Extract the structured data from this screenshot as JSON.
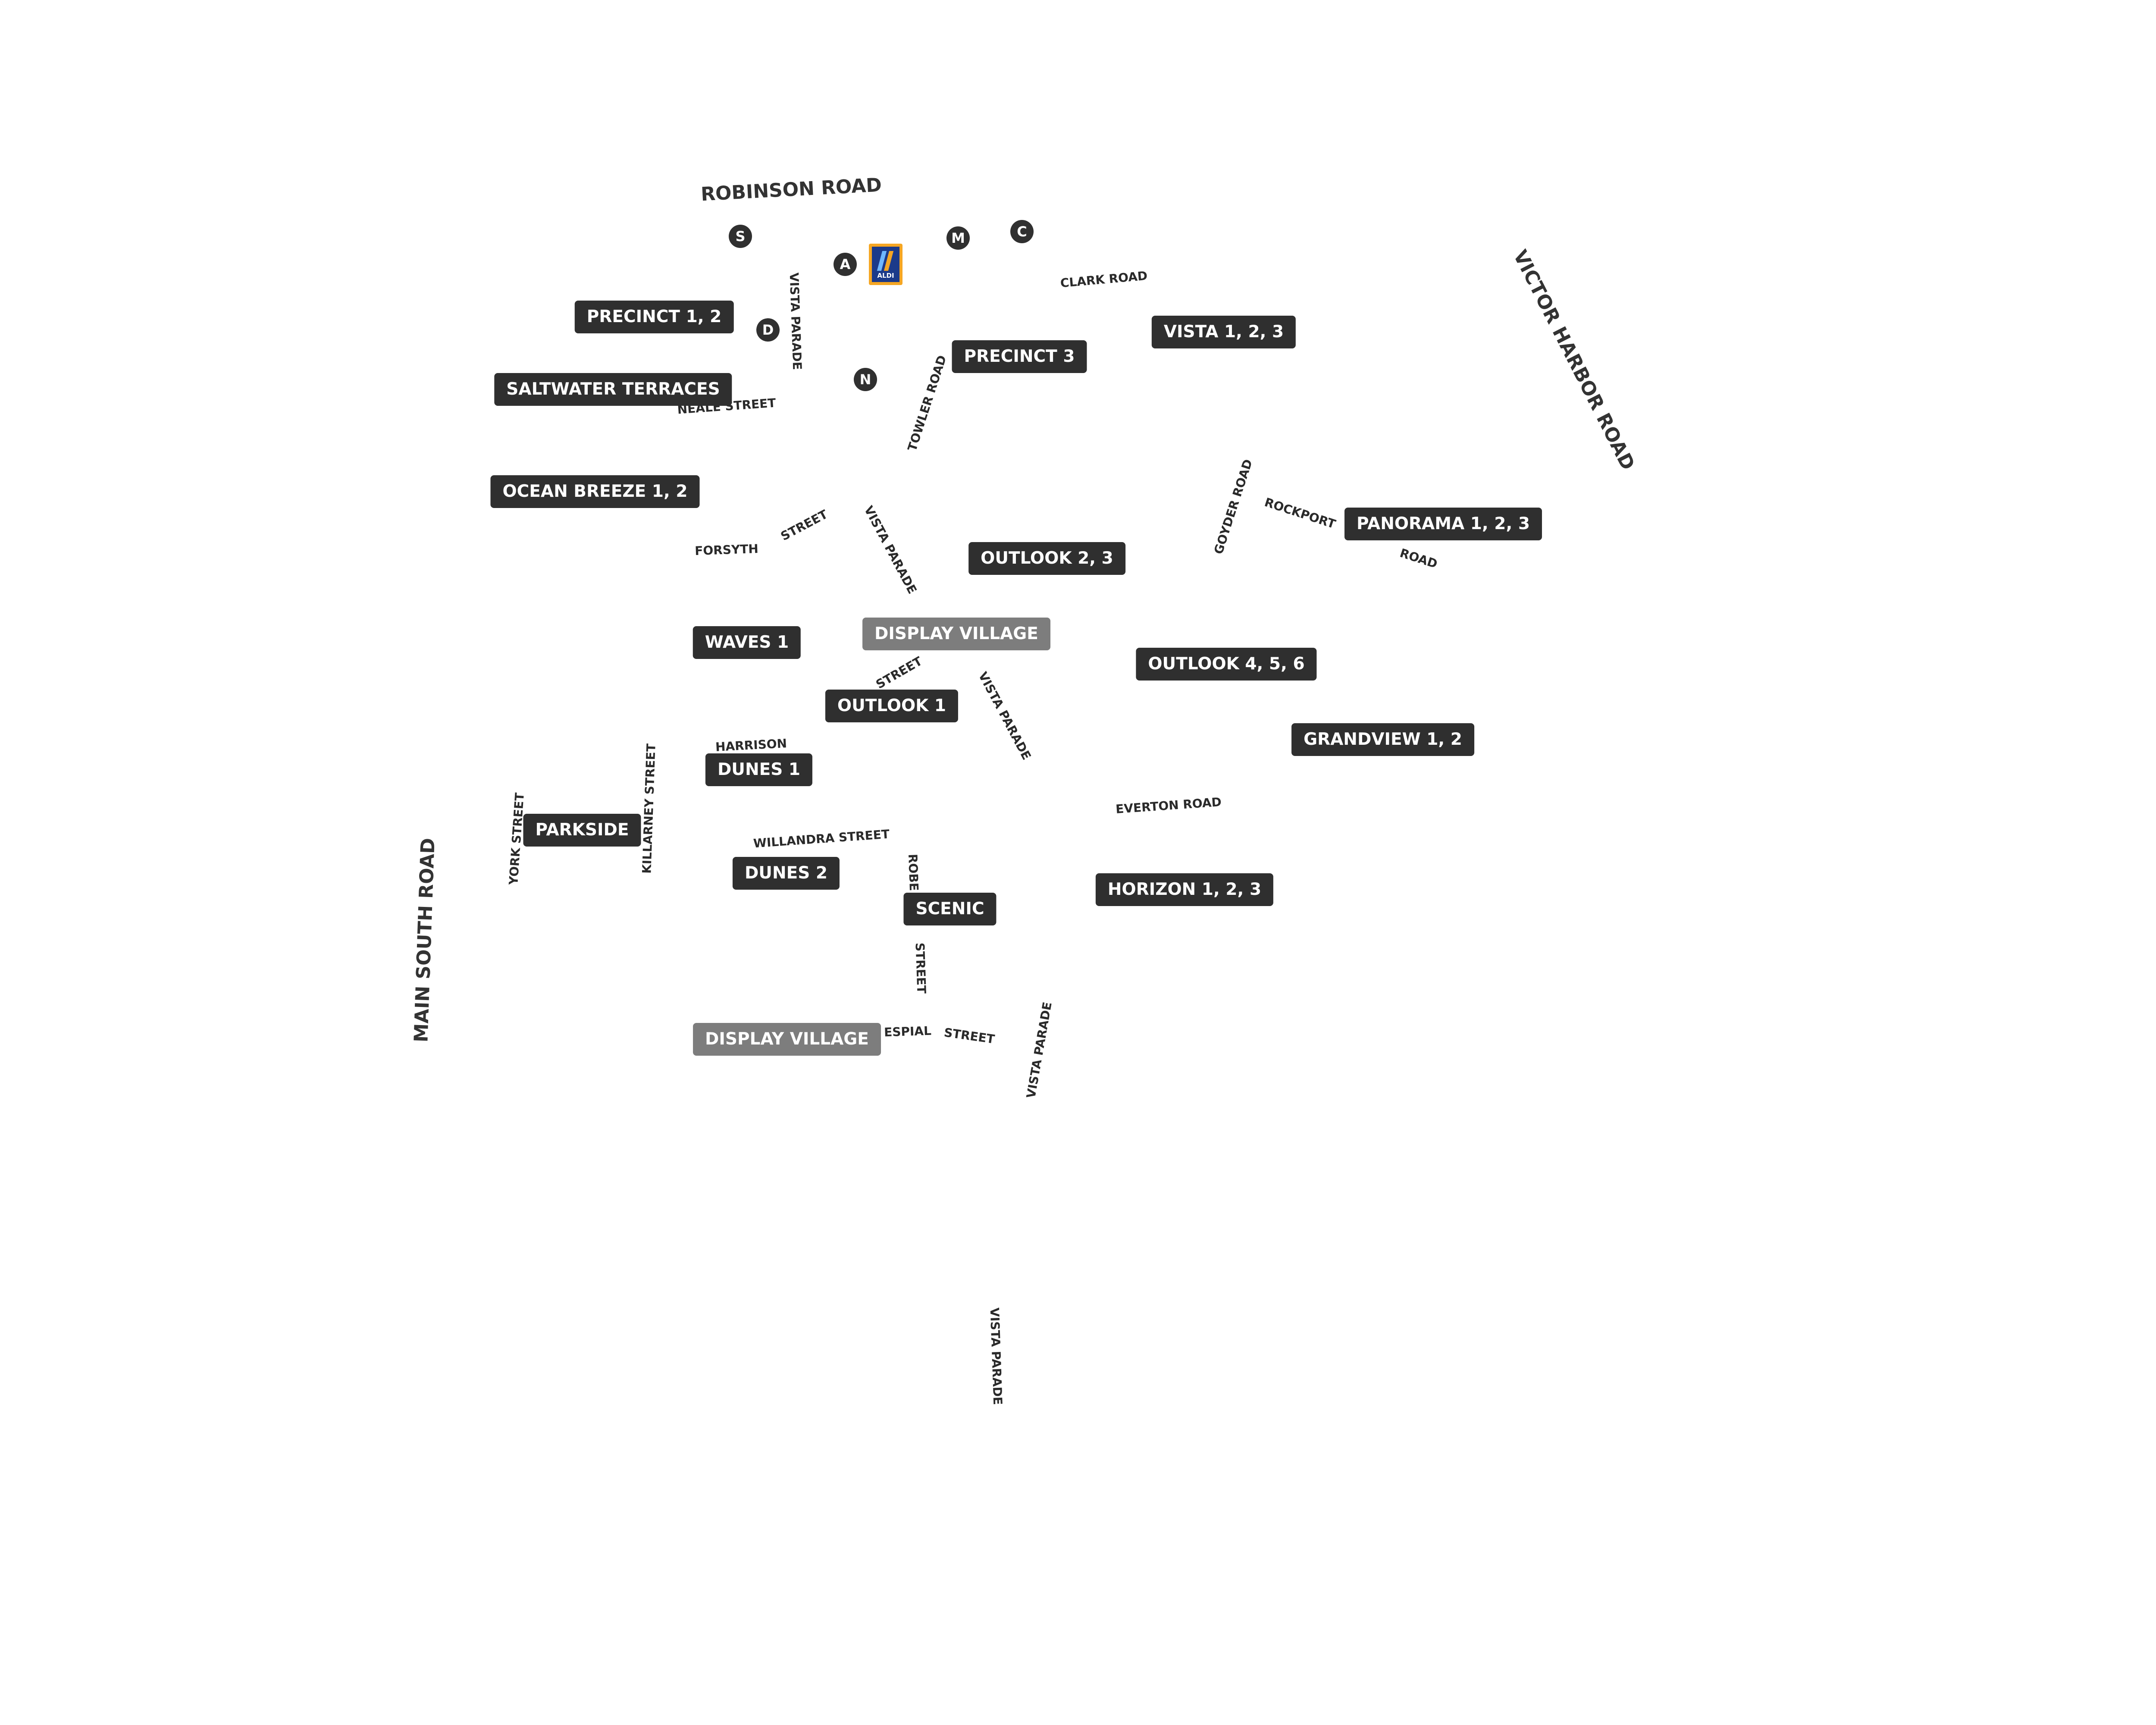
{
  "stages": {
    "precinct_1_2": "PRECINCT  1, 2",
    "saltwater_terraces": "SALTWATER TERRACES",
    "ocean_breeze_1_2": "OCEAN BREEZE 1, 2",
    "precinct_3": "PRECINCT 3",
    "vista_1_2_3": "VISTA 1, 2, 3",
    "panorama_1_2_3": "PANORAMA 1, 2, 3",
    "outlook_2_3": "OUTLOOK 2, 3",
    "display_village_north": "DISPLAY VILLAGE",
    "waves_1": "WAVES 1",
    "outlook_1": "OUTLOOK 1",
    "outlook_4_5_6": "OUTLOOK 4, 5, 6",
    "grandview_1_2": "GRANDVIEW 1, 2",
    "dunes_1": "DUNES 1",
    "parkside": "PARKSIDE",
    "dunes_2": "DUNES 2",
    "scenic": "SCENIC",
    "horizon_1_2_3": "HORIZON 1, 2, 3",
    "display_village_south": "DISPLAY VILLAGE"
  },
  "streets": {
    "robinson_road": "ROBINSON ROAD",
    "victor_harbor_road": "VICTOR HARBOR ROAD",
    "main_south_road": "MAIN SOUTH ROAD",
    "clark_road": "CLARK ROAD",
    "vista_parade_1": "VISTA PARADE",
    "neale_street": "NEALE STREET",
    "towler_road": "TOWLER ROAD",
    "goyder_road": "GOYDER ROAD",
    "rockport": "ROCKPORT",
    "road": "ROAD",
    "forsyth": "FORSYTH",
    "street_1": "STREET",
    "vista_parade_2": "VISTA PARADE",
    "street_2": "STREET",
    "vista_parade_3": "VISTA PARADE",
    "harrison": "HARRISON",
    "killarney_street": "KILLARNEY STREET",
    "york_street": "YORK STREET",
    "willandra_street": "WILLANDRA STREET",
    "everton_road": "EVERTON ROAD",
    "robe": "ROBE",
    "street_3": "STREET",
    "espial": "ESPIAL",
    "street_4": "STREET",
    "vista_parade_4": "VISTA PARADE",
    "vista_parade_5": "VISTA PARADE"
  },
  "markers": {
    "s": "S",
    "a": "A",
    "m": "M",
    "c": "C",
    "d": "D",
    "n": "N"
  },
  "logo": {
    "aldi": "ALDI"
  },
  "colors": {
    "stage_label": "#2f2f2f",
    "display_village_label": "#7d7d7d",
    "street_text": "#2a2a2a",
    "aldi_orange": "#f5a623",
    "aldi_blue": "#1b3a8a"
  }
}
